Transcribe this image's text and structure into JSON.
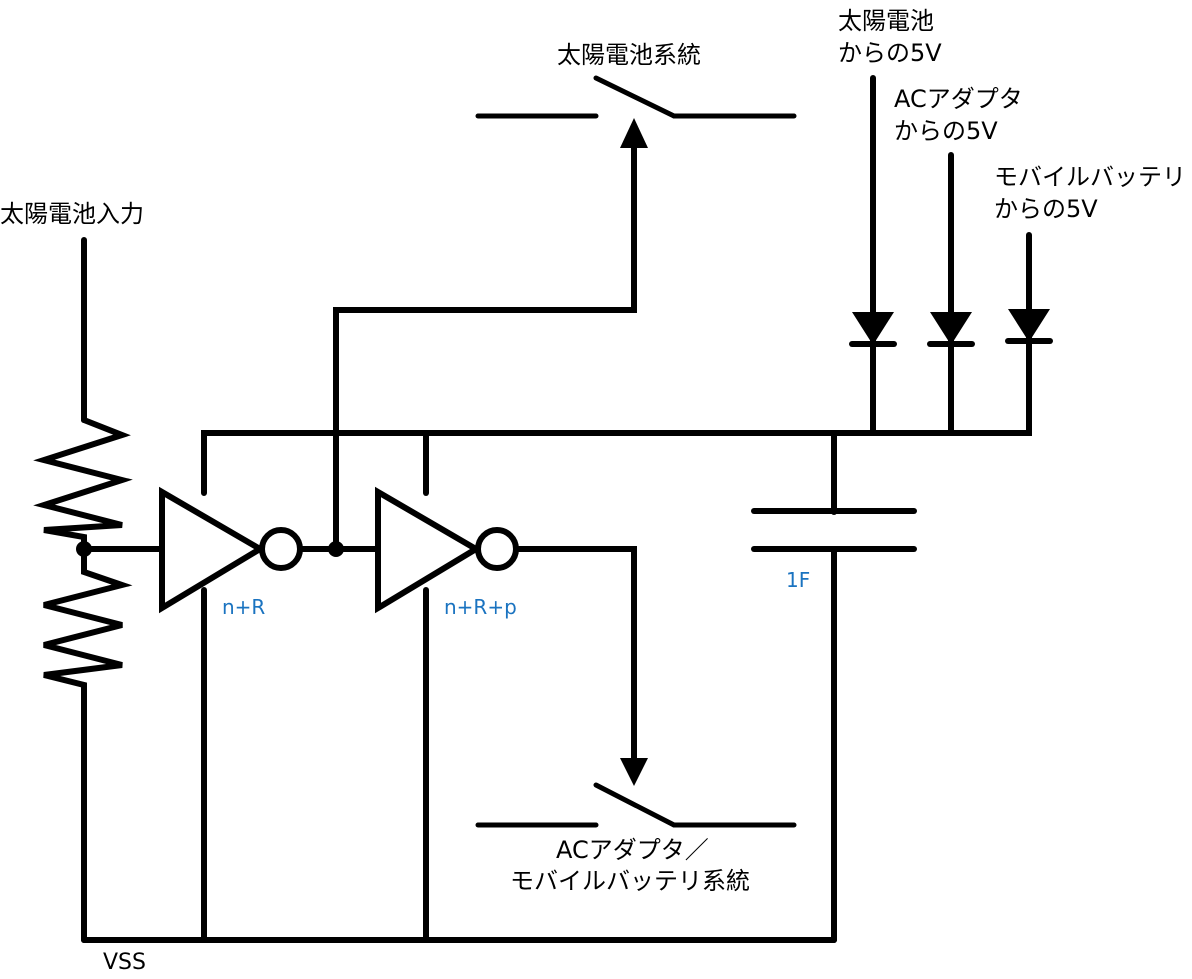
{
  "diagram": {
    "type": "circuit-schematic",
    "colors": {
      "wire": "#000000",
      "component_label": "#1a73c0",
      "background": "#ffffff"
    },
    "labels": {
      "solar_input": "太陽電池入力",
      "solar_system_switch": "太陽電池系統",
      "solar_5v_line1": "太陽電池",
      "solar_5v_line2": "からの5V",
      "ac_5v_line1": "ACアダプタ",
      "ac_5v_line2": "からの5V",
      "battery_5v_line1": "モバイルバッテリ",
      "battery_5v_line2": "からの5V",
      "ac_battery_switch_line1": "ACアダプタ／",
      "ac_battery_switch_line2": "モバイルバッテリ系統",
      "ground": "VSS"
    },
    "components": {
      "inverter1": "n+R",
      "inverter2": "n+R+p",
      "capacitor": "1F"
    }
  }
}
